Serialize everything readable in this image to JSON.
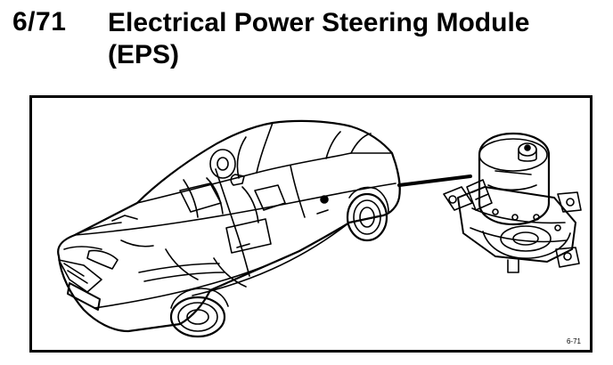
{
  "header": {
    "section_number": "6/71",
    "title_line1": "Electrical Power Steering Module",
    "title_line2": "(EPS)"
  },
  "figure": {
    "reference": "6-71",
    "vehicle_icon": "sedan-car-cutaway-illustration",
    "module_icon": "eps-module-illustration",
    "leader_icon": "leader-line"
  },
  "colors": {
    "ink": "#000000",
    "background": "#ffffff"
  }
}
